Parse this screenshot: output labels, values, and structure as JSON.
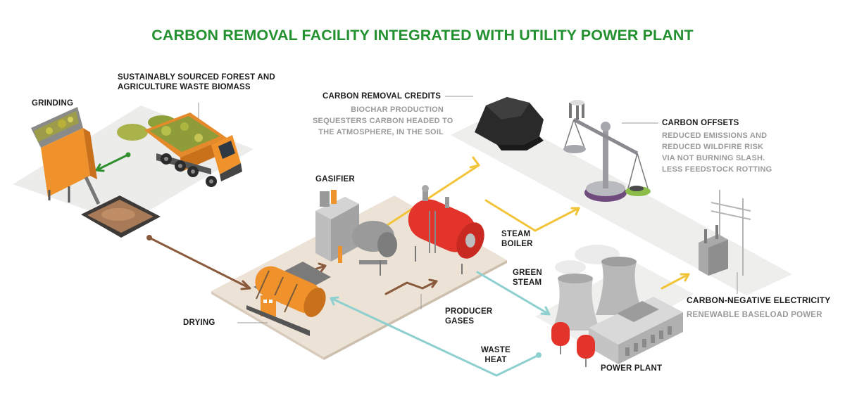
{
  "title": "CARBON REMOVAL FACILITY INTEGRATED WITH UTILITY POWER PLANT",
  "labels": {
    "biomass": [
      "SUSTAINABLY SOURCED FOREST AND",
      "AGRICULTURE  WASTE BIOMASS"
    ],
    "grinding": "GRINDING",
    "carbon_removal_credits": "CARBON REMOVAL CREDITS",
    "carbon_removal_credits_desc": [
      "BIOCHAR PRODUCTION",
      "SEQUESTERS CARBON HEADED TO",
      "THE ATMOSPHERE, IN THE SOIL"
    ],
    "carbon_offsets": "CARBON OFFSETS",
    "carbon_offsets_desc": [
      "REDUCED EMISSIONS AND",
      "REDUCED WILDFIRE RISK",
      "VIA NOT BURNING SLASH.",
      "LESS FEEDSTOCK ROTTING"
    ],
    "gasifier": "GASIFIER",
    "steam_boiler": [
      "STEAM",
      "BOILER"
    ],
    "green_steam": [
      "GREEN",
      "STEAM"
    ],
    "carbon_negative_electricity": "CARBON-NEGATIVE ELECTRICITY",
    "renewable_baseload": "RENEWABLE BASELOAD POWER",
    "drying": "DRYING",
    "producer_gases": [
      "PRODUCER",
      "GASES"
    ],
    "waste_heat": [
      "WASTE",
      "HEAT"
    ],
    "power_plant": "POWER PLANT"
  },
  "colors": {
    "title": "#23912f",
    "feed_arrow": "#8a5a3c",
    "biochar_arrow": "#f2c43a",
    "heat_arrow": "#8ecfd0",
    "truck_arrow": "#2f8f2f",
    "machine_orange": "#f0922b",
    "boiler_red": "#e2342b"
  },
  "icons": [
    "dump-truck",
    "grinder",
    "biomass-pile",
    "dryer-drum",
    "gasifier",
    "steam-boiler",
    "biochar-rock",
    "balance-scale",
    "cooling-towers",
    "power-plant-building",
    "electric-transformer"
  ]
}
